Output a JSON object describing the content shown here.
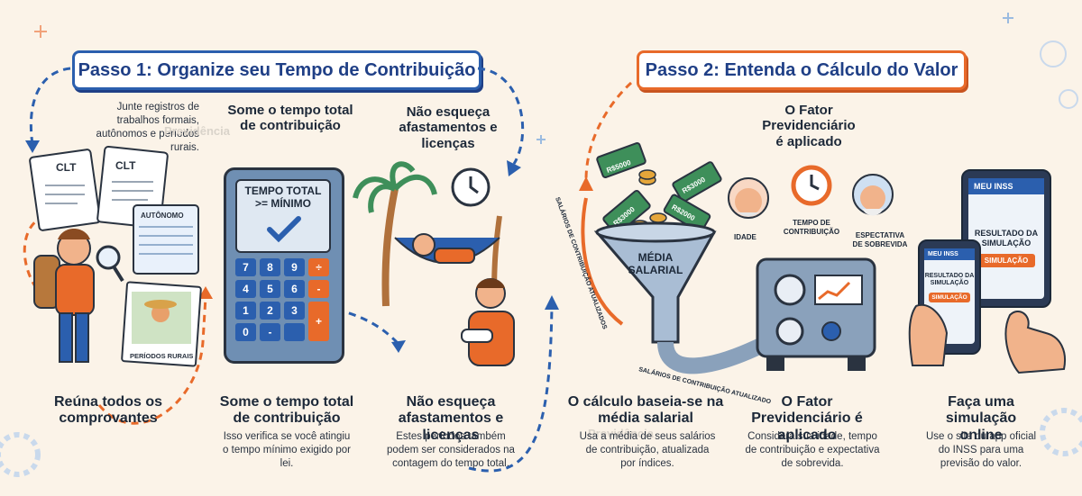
{
  "step1": {
    "banner": "Passo 1: Organize seu Tempo de Contribuição",
    "note": "Junte registros de trabalhos formais, autônomos e períodos rurais.",
    "col1": {
      "doc_labels": [
        "CLT",
        "CLT",
        "AUTÔNOMO",
        "PERÍODOS RURAIS"
      ],
      "heading": "Reúna todos os comprovantes"
    },
    "col2": {
      "title": "Some o tempo total de contribuição",
      "screen": "TEMPO TOTAL >= MÍNIMO",
      "keys": [
        "7",
        "8",
        "9",
        "÷",
        "4",
        "5",
        "6",
        "-",
        "1",
        "2",
        "3",
        "0",
        "-",
        "+"
      ],
      "heading": "Some o tempo total de contribuição",
      "desc": "Isso verifica se você atingiu o tempo mínimo exigido por lei."
    },
    "col3": {
      "title": "Não esqueça afastamentos e licenças",
      "heading": "Não esqueça afastamentos e licenças",
      "desc": "Estes períodos também podem ser considerados na contagem do tempo total."
    }
  },
  "step2": {
    "banner": "Passo 2: Entenda o Cálculo do Valor",
    "col4": {
      "funnel_label": "MÉDIA SALARIAL",
      "arc_label": "SALÁRIOS DE CONTRIBUIÇÃO ATUALIZADOS",
      "bottom_label": "SALÁRIOS DE CONTRIBUIÇÃO ATUALIZADO",
      "note_labels": [
        "R$5000",
        "R$3000",
        "R$3000",
        "R$2000"
      ],
      "heading": "O cálculo baseia-se na média salarial",
      "desc": "Usa a média de seus salários de contribuição, atualizada por índices."
    },
    "col5": {
      "title": "O Fator Previdenciário é aplicado",
      "factor_labels": [
        "IDADE",
        "TEMPO DE CONTRIBUIÇÃO",
        "ESPECTATIVA DE SOBREVIDA"
      ],
      "heading": "O Fator Previdenciário é aplicado",
      "desc": "Considera sua idade, tempo de contribuição e expectativa de sobrevida."
    },
    "col6": {
      "tablet_header": "MEU INSS",
      "tablet_result": "RESULTADO DA SIMULAÇÃO",
      "tablet_button": "SIMULAÇÃO",
      "phone_header": "MEU INSS",
      "phone_result": "RESULTADO DA SIMULAÇÃO",
      "phone_button": "SIMULAÇÃO",
      "heading": "Faça uma simulação online",
      "desc": "Use o site ou app oficial do INSS para uma previsão do valor."
    }
  },
  "watermark": "Previdência",
  "colors": {
    "blue": "#2b5fae",
    "orange": "#e86a2a",
    "navy": "#1f3f86",
    "bg": "#fbf3e8"
  }
}
